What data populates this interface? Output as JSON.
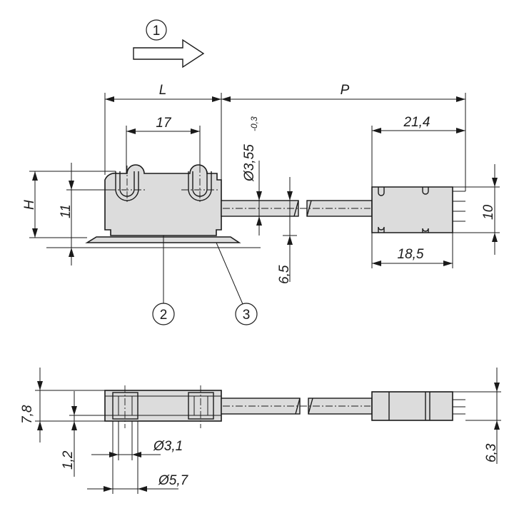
{
  "dimensions": {
    "length": "L",
    "pitch": "P",
    "hole_spacing": "17",
    "cable_diameter": "Ø3,55",
    "cable_tolerance": "-0,3",
    "connector_length": "21,4",
    "connector_body": "18,5",
    "height": "H",
    "body_height": "11",
    "connector_height": "10",
    "cable_offset": "6,5",
    "thickness": "7,8",
    "base_thickness": "1,2",
    "hole_inner": "Ø3,1",
    "hole_outer": "Ø5,7",
    "connector_thickness": "6,3"
  },
  "callouts": {
    "direction": "1",
    "housing": "2",
    "magnet_plate": "3"
  }
}
